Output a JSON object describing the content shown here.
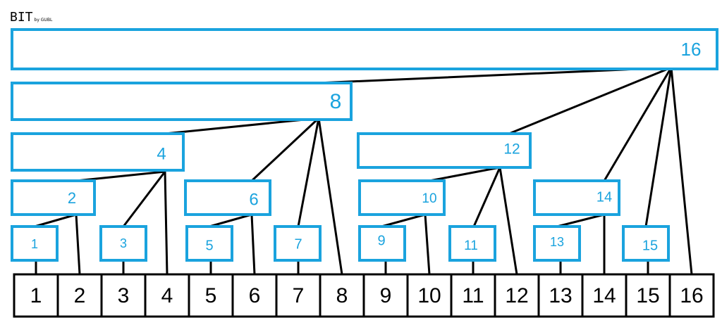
{
  "header": {
    "title": "BIT",
    "subtitle": "by GUBL"
  },
  "colors": {
    "node_stroke": "#1aa3de",
    "node_label": "#1aa3de",
    "edge": "#000000",
    "array_stroke": "#000000"
  },
  "array": [
    "1",
    "2",
    "3",
    "4",
    "5",
    "6",
    "7",
    "8",
    "9",
    "10",
    "11",
    "12",
    "13",
    "14",
    "15",
    "16"
  ],
  "tree_nodes": [
    {
      "id": 1,
      "label": "1"
    },
    {
      "id": 2,
      "label": "2"
    },
    {
      "id": 3,
      "label": "3"
    },
    {
      "id": 4,
      "label": "4"
    },
    {
      "id": 5,
      "label": "5"
    },
    {
      "id": 6,
      "label": "6"
    },
    {
      "id": 7,
      "label": "7"
    },
    {
      "id": 8,
      "label": "8"
    },
    {
      "id": 9,
      "label": "9"
    },
    {
      "id": 10,
      "label": "10"
    },
    {
      "id": 11,
      "label": "11"
    },
    {
      "id": 12,
      "label": "12"
    },
    {
      "id": 13,
      "label": "13"
    },
    {
      "id": 14,
      "label": "14"
    },
    {
      "id": 15,
      "label": "15"
    },
    {
      "id": 16,
      "label": "16"
    }
  ]
}
